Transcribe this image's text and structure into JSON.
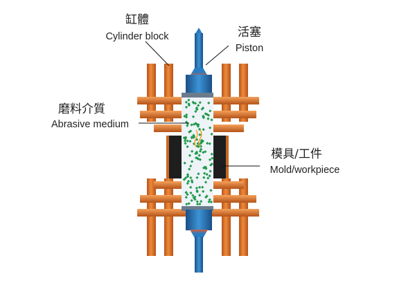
{
  "labels": {
    "cylinder": {
      "zh": "缸體",
      "en": "Cylinder block"
    },
    "piston": {
      "zh": "活塞",
      "en": "Piston"
    },
    "abrasive": {
      "zh": "磨料介質",
      "en": "Abrasive medium"
    },
    "mold": {
      "zh": "模具/工件",
      "en": "Mold/workpiece"
    }
  },
  "colors": {
    "cylinder": "#e8782c",
    "cylinder_dark": "#a84a12",
    "piston": "#2a7cc2",
    "piston_dark": "#1b4f86",
    "mold": "#222222",
    "abrasive_dots": "#1f9a4a",
    "chamber": "#eef3f8",
    "leader": "#111111"
  },
  "icons": [
    "piston-rod-icon",
    "cylinder-block-icon",
    "abrasive-medium-icon",
    "workpiece-icon"
  ]
}
